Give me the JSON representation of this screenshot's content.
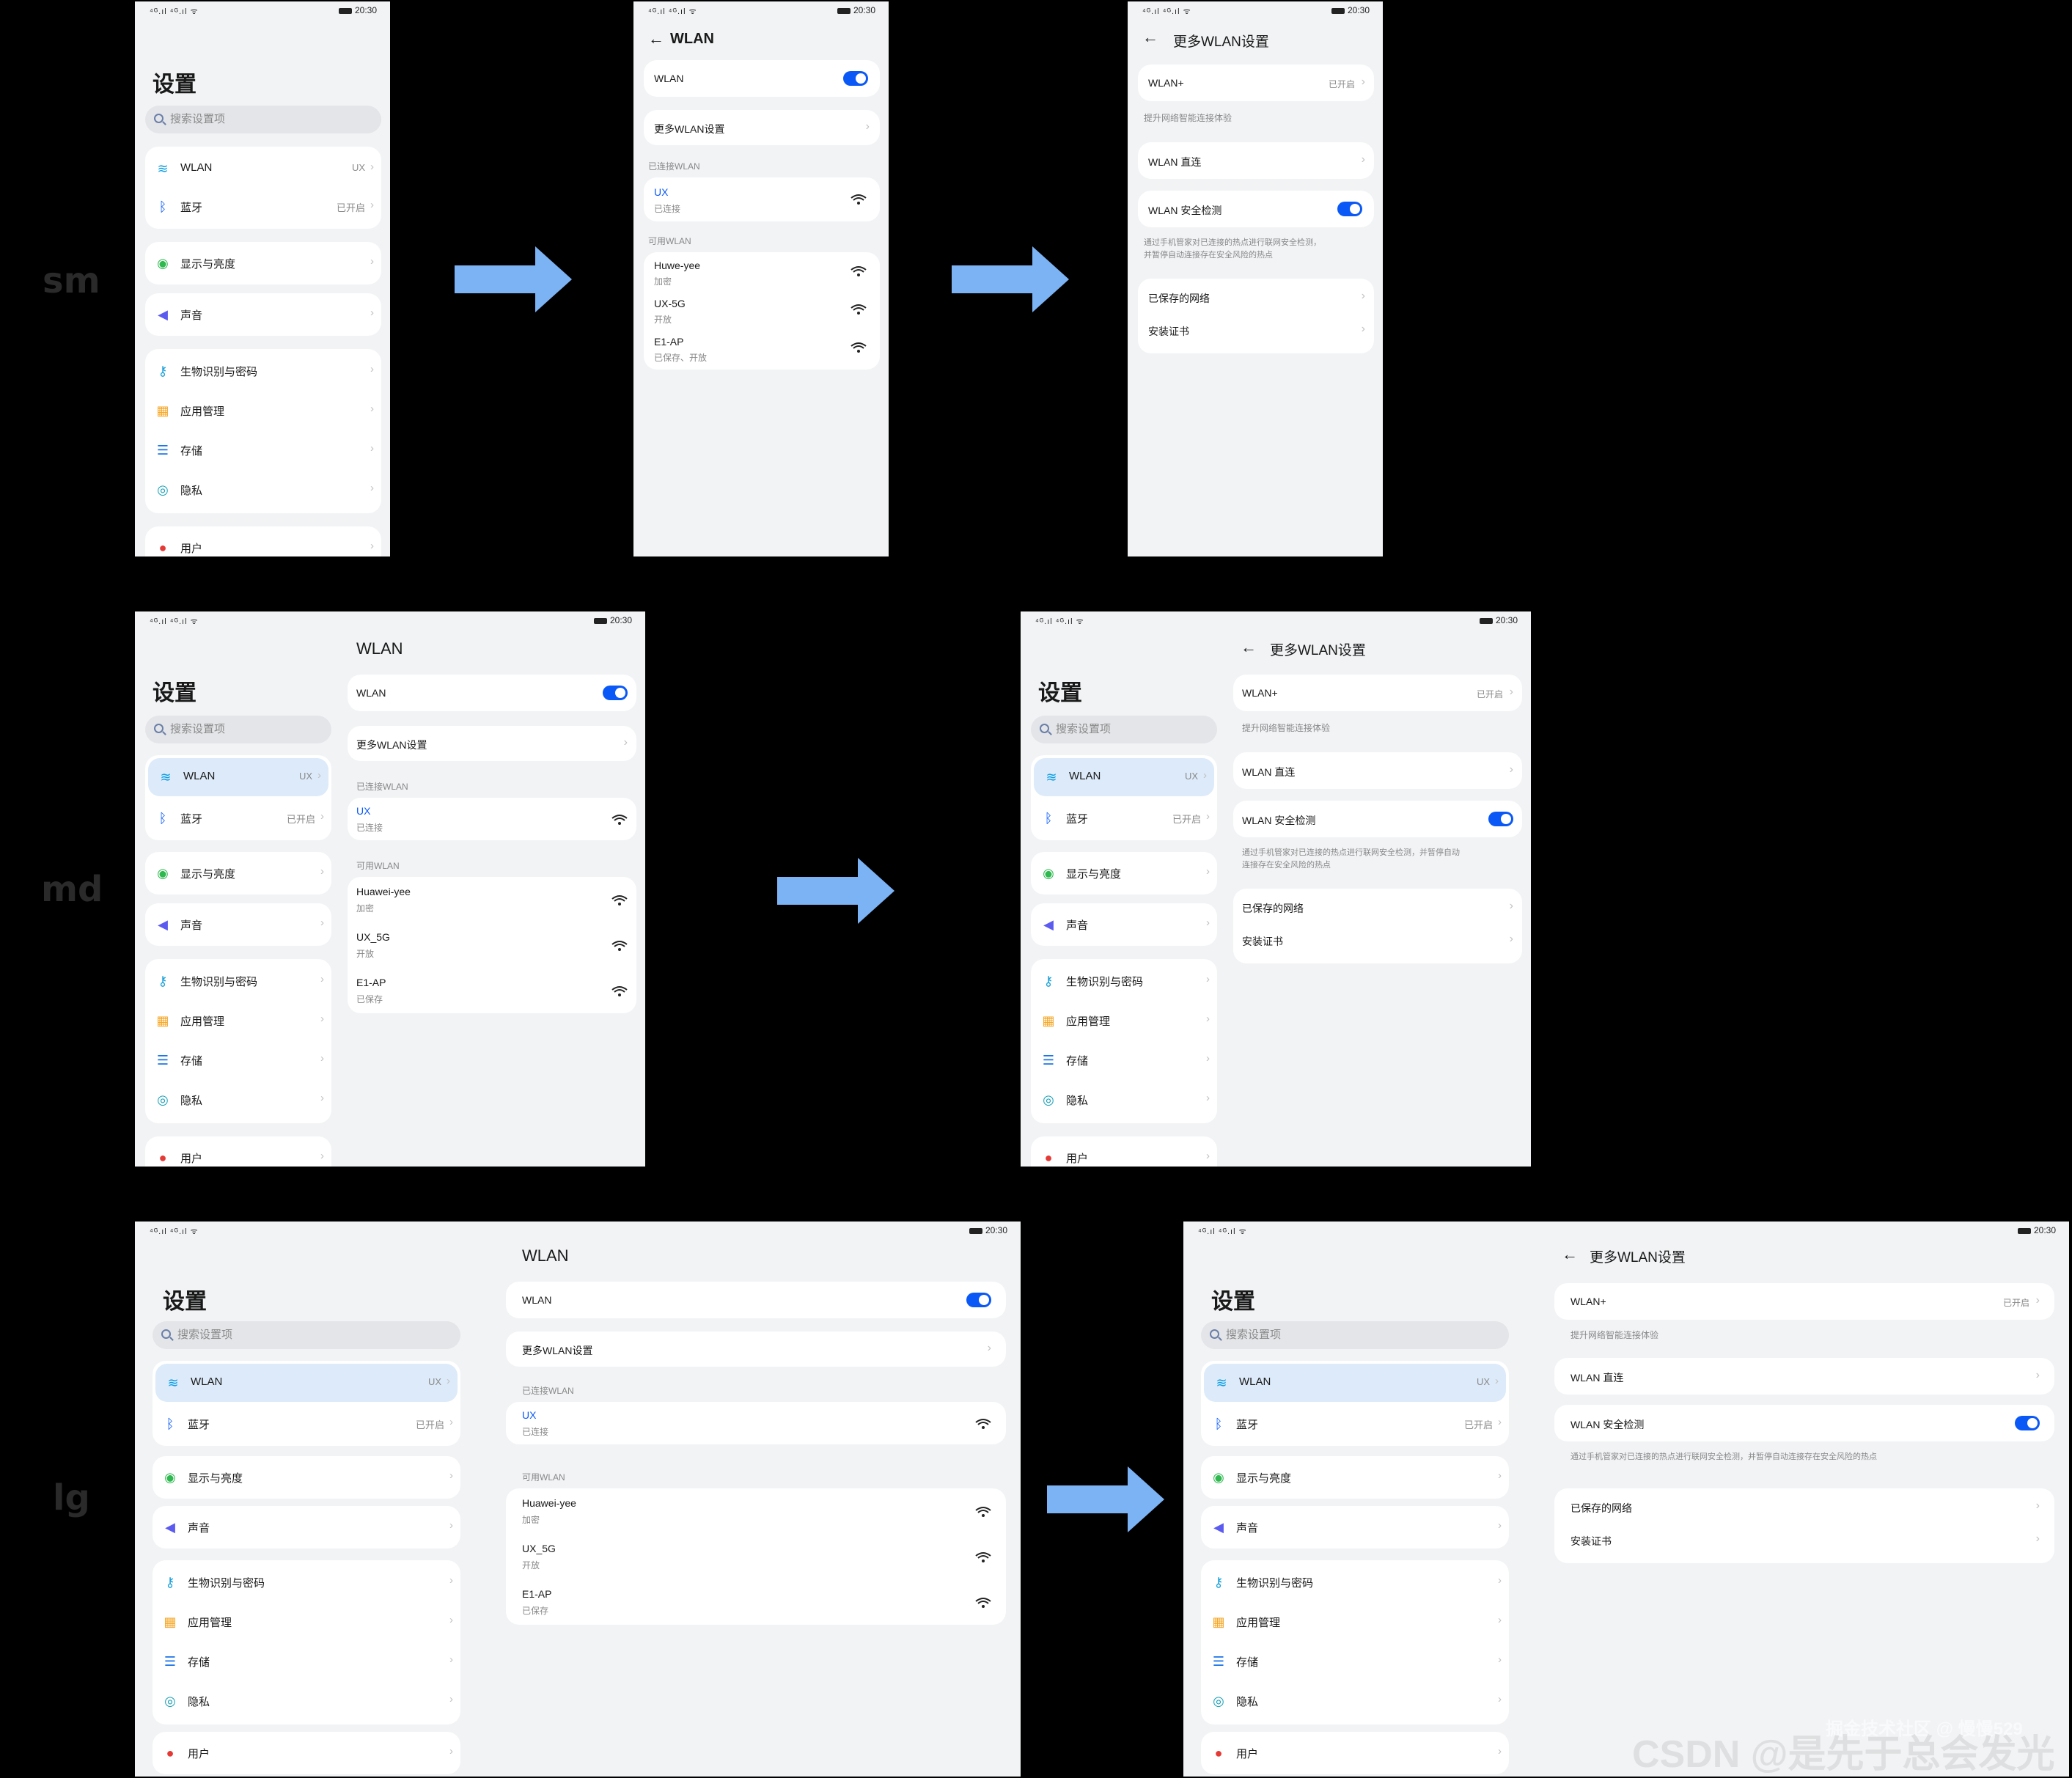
{
  "labels": {
    "sm": "sm",
    "md": "md",
    "lg": "lg"
  },
  "status": {
    "time": "20:30",
    "signal": "⁴ᴳ.ıl ⁴ᴳ.ıl ᯤ"
  },
  "settings": {
    "title": "设置",
    "search_placeholder": "搜索设置项",
    "wlan": "WLAN",
    "wlan_value": "UX",
    "bt": "蓝牙",
    "bt_value": "已开启",
    "display": "显示与亮度",
    "sound": "声音",
    "bio": "生物识别与密码",
    "apps": "应用管理",
    "storage": "存储",
    "privacy": "隐私",
    "user": "用户"
  },
  "wlan_page": {
    "title": "WLAN",
    "toggle_label": "WLAN",
    "more": "更多WLAN设置",
    "connected_header": "已连接WLAN",
    "connected_name": "UX",
    "connected_status": "已连接",
    "available_header": "可用WLAN",
    "sm_networks": [
      {
        "name": "Huwe-yee",
        "status": "加密"
      },
      {
        "name": "UX-5G",
        "status": "开放"
      },
      {
        "name": "E1-AP",
        "status": "已保存、开放"
      }
    ],
    "md_networks": [
      {
        "name": "Huawei-yee",
        "status": "加密"
      },
      {
        "name": "UX_5G",
        "status": "开放"
      },
      {
        "name": "E1-AP",
        "status": "已保存"
      }
    ]
  },
  "more_page": {
    "title": "更多WLAN设置",
    "wlan_plus": "WLAN+",
    "wlan_plus_value": "已开启",
    "wlan_plus_desc": "提升网络智能连接体验",
    "direct": "WLAN 直连",
    "security": "WLAN 安全检测",
    "security_desc_sm_1": "通过手机管家对已连接的热点进行联网安全检测，",
    "security_desc_sm_2": "并暂停自动连接存在安全风险的热点",
    "security_desc_md_1": "通过手机管家对已连接的热点进行联网安全检测，并暂停自动",
    "security_desc_md_2": "连接存在安全风险的热点",
    "security_desc_lg": "通过手机管家对已连接的热点进行联网安全检测，并暂停自动连接存在安全风险的热点",
    "saved": "已保存的网络",
    "cert": "安装证书"
  },
  "watermark": {
    "line1": "掘金技术社区 @ 慢慢529",
    "line2": "CSDN @是先于总会发光"
  },
  "colors": {
    "accent": "#0a59f7",
    "arrow": "#7cb3f5",
    "screen_bg": "#f1f3f5"
  }
}
